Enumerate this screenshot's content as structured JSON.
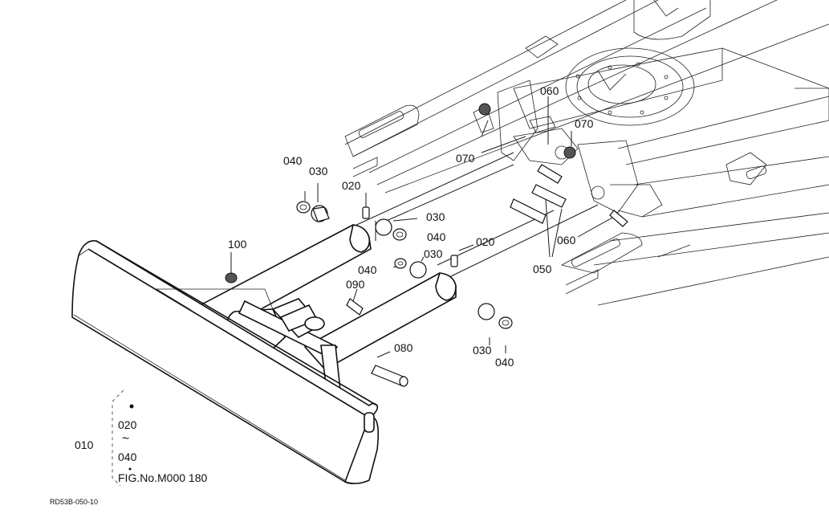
{
  "diagram": {
    "doc_ref": "RD53B-050-10",
    "fig_ref": "FIG.No.M000 180",
    "assembly": {
      "main": "010",
      "range_from": "020",
      "range_sep": "~",
      "range_to": "040"
    },
    "labels": {
      "l040a": "040",
      "l030a": "030",
      "l020a": "020",
      "l030b": "030",
      "l040b": "040",
      "l020b": "020",
      "l040c": "040",
      "l030c": "030",
      "l100": "100",
      "l090": "090",
      "l080": "080",
      "l030d": "030",
      "l040d": "040",
      "l060a": "060",
      "l070a": "070",
      "l070b": "070",
      "l050": "050",
      "l060b": "060"
    }
  }
}
